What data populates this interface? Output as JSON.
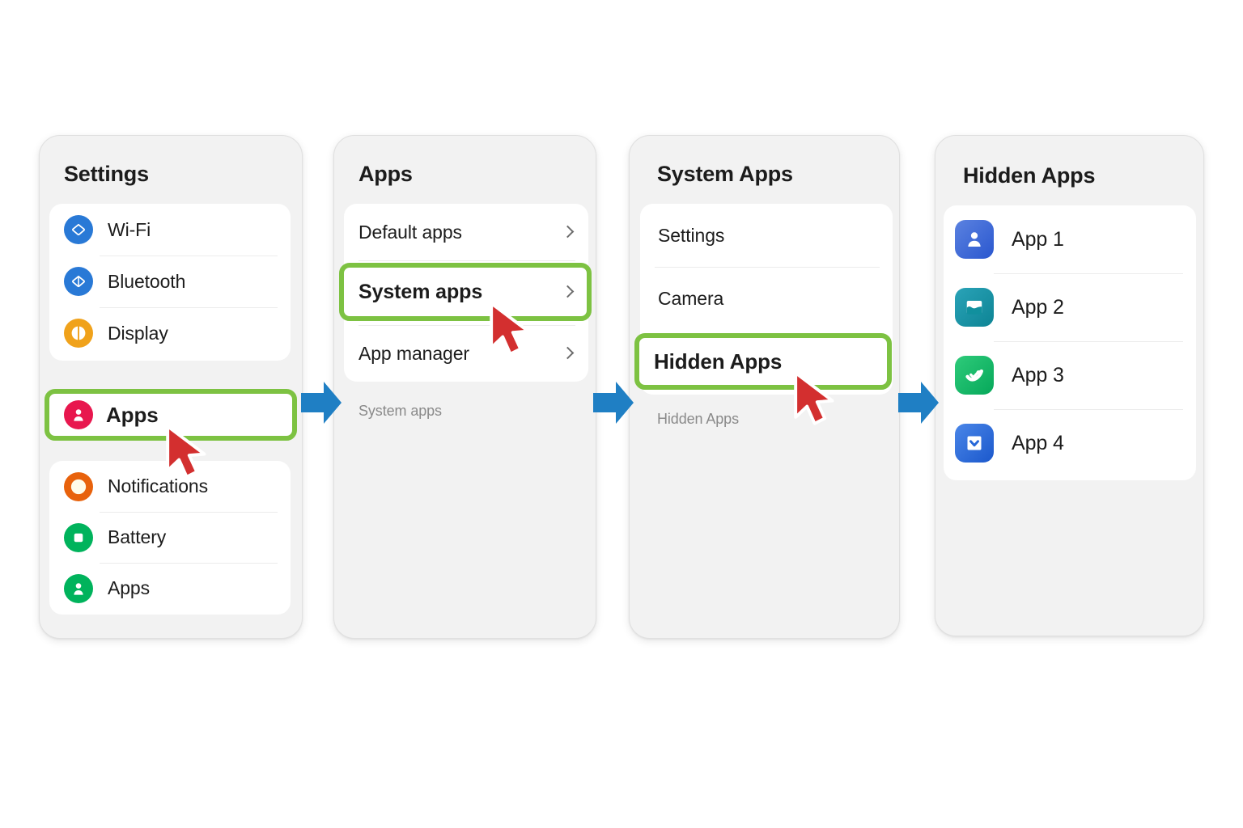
{
  "theme": {
    "page_bg": "#ffffff",
    "panel_bg": "#f2f2f2",
    "card_bg": "#ffffff",
    "highlight_green": "#7dc242",
    "flow_arrow_blue": "#1f7fc4",
    "cursor_red": "#d32f2f",
    "text_primary": "#1c1c1c",
    "divider": "#ececec"
  },
  "panels": [
    {
      "title": "Settings",
      "groups": [
        {
          "rows": [
            {
              "label": "Wi-Fi",
              "icon": "wifi-icon",
              "icon_color": "#2979d6"
            },
            {
              "label": "Bluetooth",
              "icon": "bluetooth-icon",
              "icon_color": "#2979d6"
            },
            {
              "label": "Display",
              "icon": "display-icon",
              "icon_color": "#f0a21b"
            }
          ]
        },
        {
          "rows": [
            {
              "label": "Notifications",
              "icon": "notifications-icon",
              "icon_color": "#e8620c"
            },
            {
              "label": "Battery",
              "icon": "battery-icon",
              "icon_color": "#00b35c"
            },
            {
              "label": "Apps",
              "icon": "apps-person-icon",
              "icon_color": "#00b35c"
            }
          ]
        }
      ],
      "highlight": {
        "label": "Apps",
        "icon": "apps-person-icon",
        "icon_color": "#e8174e",
        "has_chevron": false
      }
    },
    {
      "title": "Apps",
      "groups": [
        {
          "rows": [
            {
              "label": "Default apps",
              "icon": null,
              "has_chevron": true
            },
            {
              "label": "System apps",
              "icon": null,
              "has_chevron": true,
              "is_highlight_slot": true
            },
            {
              "label": "App manager",
              "icon": null,
              "has_chevron": true
            }
          ]
        }
      ],
      "highlight": {
        "label": "System apps",
        "icon": null,
        "has_chevron": true
      }
    },
    {
      "title": "System Apps",
      "groups": [
        {
          "rows": [
            {
              "label": "Settings",
              "icon": null,
              "has_chevron": false
            },
            {
              "label": "Camera",
              "icon": null,
              "has_chevron": false
            },
            {
              "label": "Hidden Apps",
              "icon": null,
              "has_chevron": false,
              "is_highlight_slot": true
            }
          ]
        }
      ],
      "highlight": {
        "label": "Hidden Apps",
        "icon": null,
        "has_chevron": false
      }
    },
    {
      "title": "Hidden Apps",
      "groups": [
        {
          "rows": [
            {
              "label": "App 1",
              "icon": "app1-person-icon",
              "icon_color": "#3c6fd6"
            },
            {
              "label": "App 2",
              "icon": "app2-gallery-icon",
              "icon_color": "#11909e"
            },
            {
              "label": "App 3",
              "icon": "app3-check-icon",
              "icon_color": "#16b765"
            },
            {
              "label": "App 4",
              "icon": "app4-download-icon",
              "icon_color": "#2567d8"
            }
          ]
        }
      ],
      "highlight": null
    }
  ],
  "flow_arrows": [
    {
      "name": "flow-arrow-1",
      "direction": "right"
    },
    {
      "name": "flow-arrow-2",
      "direction": "right"
    },
    {
      "name": "flow-arrow-3",
      "direction": "right"
    }
  ],
  "cursors": [
    {
      "name": "cursor-on-apps",
      "target": "Apps"
    },
    {
      "name": "cursor-on-system-apps",
      "target": "System apps"
    },
    {
      "name": "cursor-on-hidden-apps",
      "target": "Hidden Apps"
    }
  ]
}
